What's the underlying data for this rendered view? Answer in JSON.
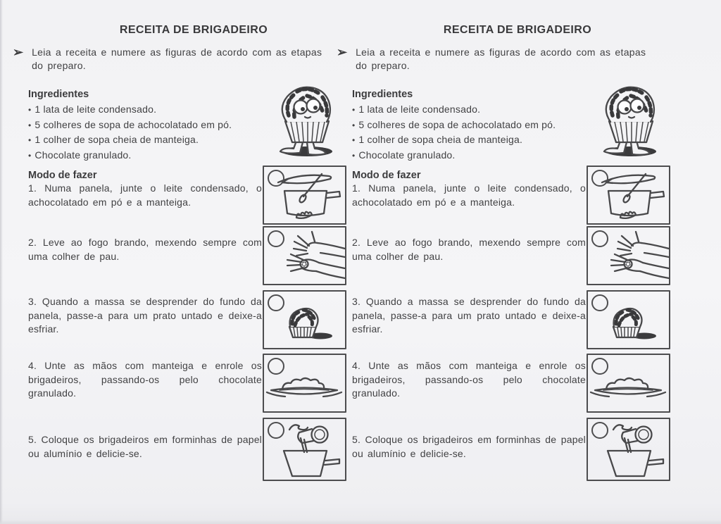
{
  "colors": {
    "paper": "#f4f4f6",
    "ink": "#414143",
    "line": "#4d4d4f"
  },
  "worksheet": {
    "title": "RECEITA DE BRIGADEIRO",
    "arrow_icon": "➢",
    "instruction": "Leia a receita e numere as figuras de acordo com as etapas do preparo.",
    "ingredients": {
      "heading": "Ingredientes",
      "bullet": "•",
      "items": [
        "1 lata de leite condensado.",
        "5 colheres de sopa de achocolatado em pó.",
        "1 colher de sopa cheia de manteiga.",
        "Chocolate granulado."
      ]
    },
    "method": {
      "heading": "Modo de fazer",
      "steps": [
        "1. Numa panela, junte o leite condensado, o achocolatado em pó e a manteiga.",
        "2. Leve ao fogo brando, mexendo sempre com uma colher de pau.",
        "3. Quando a massa se desprender do fundo da panela, passe-a para um prato untado e deixe-a esfriar.",
        "4. Unte as mãos com manteiga e enrole os brigadeiros, passando-os pelo chocolate granulado.",
        "5. Coloque os brigadeiros em forminhas de papel ou alumínio e delicie-se."
      ]
    },
    "figures": {
      "mascot": "walking-brigadeiro-mascot",
      "boxes": [
        "pan-with-spoon-stirring-on-fire",
        "hands-rolling-ball",
        "brigadeiro-ball-in-paper-cup",
        "plate-with-cooling-dough",
        "can-pouring-into-pan"
      ]
    }
  }
}
